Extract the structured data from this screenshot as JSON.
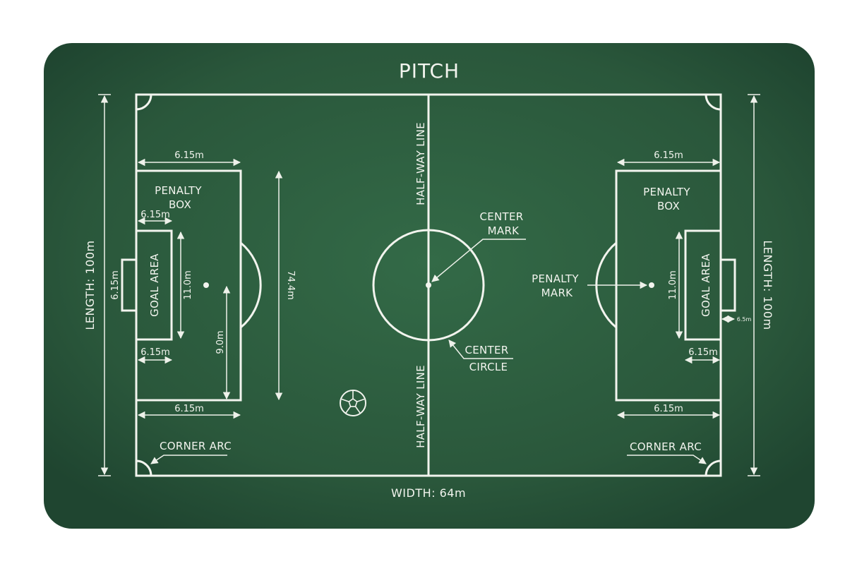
{
  "title": "PITCH",
  "length_left": "LENGTH: 100m",
  "length_right": "LENGTH: 100m",
  "width": "WIDTH: 64m",
  "halfway_top": "HALF-WAY LINE",
  "halfway_bottom": "HALF-WAY LINE",
  "center_mark": [
    "CENTER",
    "MARK"
  ],
  "center_circle": [
    "CENTER",
    "CIRCLE"
  ],
  "penalty_mark": [
    "PENALTY",
    "MARK"
  ],
  "left": {
    "penalty_box": [
      "PENALTY",
      "BOX"
    ],
    "goal_area": "GOAL AREA",
    "corner_arc": "CORNER ARC",
    "dim_box_top": "6.15m",
    "dim_box_bottom": "6.15m",
    "dim_goal_top": "6.15m",
    "dim_goal_bottom": "6.15m",
    "dim_goal_width": "6.15m",
    "dim_goal_height": "11.0m",
    "dim_spot": "9.0m",
    "dim_box_height": "74.4m"
  },
  "right": {
    "penalty_box": [
      "PENALTY",
      "BOX"
    ],
    "goal_area": "GOAL AREA",
    "corner_arc": "CORNER ARC",
    "dim_box_top": "6.15m",
    "dim_box_bottom": "6.15m",
    "dim_goal_bottom": "6.15m",
    "dim_goal_height": "11.0m",
    "dim_goal_depth": "6.5m"
  },
  "colors": {
    "board": "#2d5c3e",
    "chalk": "#f2f4ee",
    "page": "#ffffff"
  },
  "icons": [
    "soccer-ball-icon"
  ]
}
